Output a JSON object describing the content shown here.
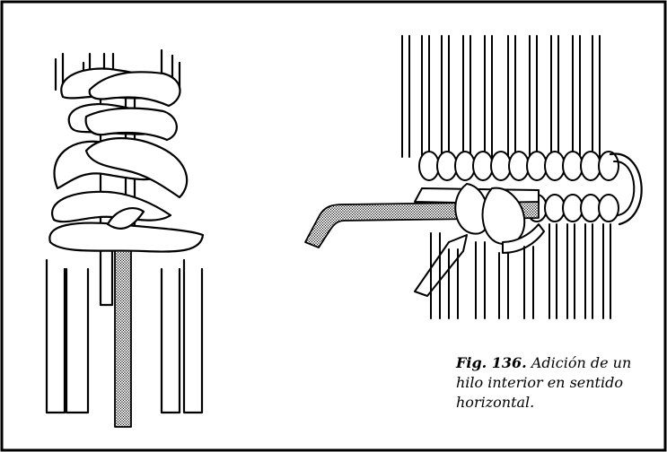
{
  "caption": {
    "figure_label": "Fig. 136.",
    "line1": "Adición de un",
    "line2": "hilo interior en sentido",
    "line3": "horizontal."
  },
  "colors": {
    "ink": "#000000",
    "paper": "#ffffff",
    "added_cord_fill": "#9a9a9a"
  },
  "illustrations": {
    "left": "vertical-sinnet-of-square-knots-with-added-inner-cord",
    "right": "horizontal-double-half-hitch-bar-with-added-inner-cord"
  }
}
